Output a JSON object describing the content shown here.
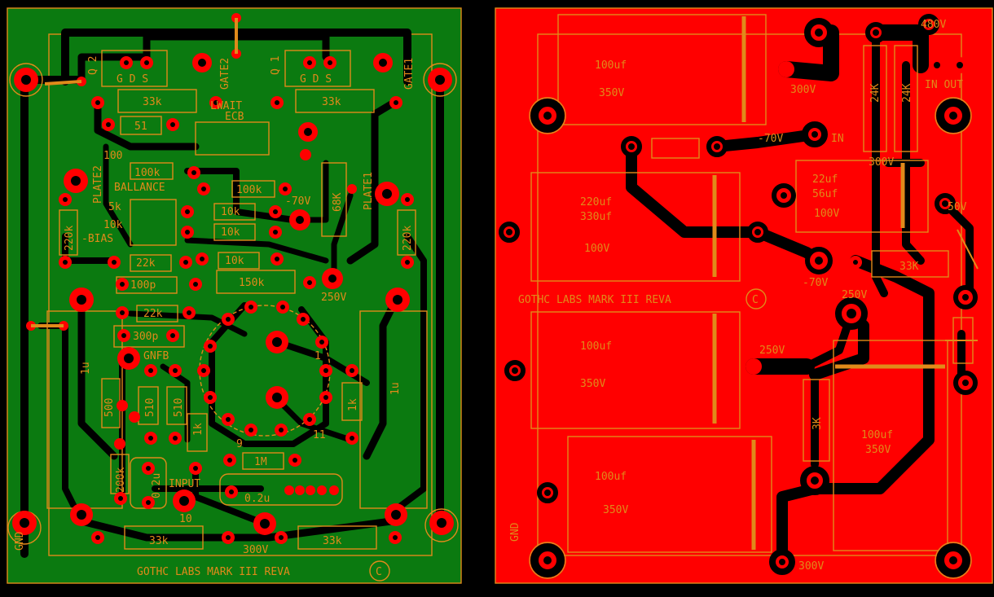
{
  "colors": {
    "board_left": "#0b7a10",
    "board_right": "#ff0000",
    "silkscreen": "#e08a1a",
    "trace": "#000000",
    "pad": "#ff0000",
    "background": "#000000"
  },
  "left_board": {
    "labels": {
      "q2": "Q 2",
      "q2_pins": "G D S",
      "gate2": "GATE2",
      "q1": "Q 1",
      "q1_pins": "G D S",
      "gate1": "GATE1",
      "r_33k_top_left": "33k",
      "r_33k_top_right": "33k",
      "lwait": "LWAIT",
      "ecb": "ECB",
      "r_51": "51",
      "r_100": "100",
      "plate2": "PLATE2",
      "r_100k": "100k",
      "ballance": "BALLANCE",
      "r_100k_mid": "100k",
      "r_5k": "5k",
      "r_10k_left": "10k",
      "bias": "-BIAS",
      "r_220k_left": "220k",
      "r_10k_a": "10k",
      "r_10k_b": "10k",
      "r_68k": "68K",
      "v_minus70": "-70V",
      "plate1": "PLATE1",
      "r_220k_right": "220k",
      "r_22k_a": "22k",
      "r_10k_c": "10k",
      "c_100p": "100p",
      "r_150k": "150k",
      "v_250": "250V",
      "r_22k_b": "22k",
      "c_300p": "300p",
      "gnfb": "GNFB",
      "c_1u_left": "1u",
      "pin_1": "1",
      "c_1u_right": "1u",
      "r_500": "500",
      "r_510_a": "510",
      "r_510_b": "510",
      "r_1k_a": "1k",
      "r_1k_b": "1k",
      "pin_11": "11",
      "pin_9": "9",
      "r_200k": "200k",
      "c_0_2u_a": "0.2u",
      "r_1m": "1M",
      "input": "INPUT",
      "c_0_2u_b": "0.2u",
      "pin_10": "10",
      "gnd": "GND",
      "r_33k_bot_left": "33k",
      "v_300": "300V",
      "r_33k_bot_right": "33k",
      "footer": "GOTHC LABS MARK III REVA",
      "copyright": "C"
    }
  },
  "right_board": {
    "labels": {
      "cap_top_val": "100uf",
      "cap_top_v": "350V",
      "v_480": "480V",
      "r_24k_a": "24K",
      "r_24k_b": "24K",
      "in_out": "IN OUT",
      "v_300_top": "300V",
      "v_minus70": "-70V",
      "in": "IN",
      "v_300_mid": "300V",
      "cap2_val_a": "220uf",
      "cap2_val_b": "330uf",
      "cap2_v": "100V",
      "cap3_val_a": "22uf",
      "cap3_val_b": "56uf",
      "cap3_v": "100V",
      "v_50": "50V",
      "r_33k": "33K",
      "v_minus70_b": "-70V",
      "title": "GOTHC LABS MARK III REVA",
      "copyright": "C",
      "v_250_a": "250V",
      "cap4_val": "100uf",
      "cap4_v": "350V",
      "v_250_b": "250V",
      "r_3k": "3K",
      "cap5_val": "100uf",
      "cap5_v": "350V",
      "cap6_val": "100uf",
      "cap6_v": "350V",
      "gnd": "GND",
      "v_300_bot": "300V"
    }
  }
}
